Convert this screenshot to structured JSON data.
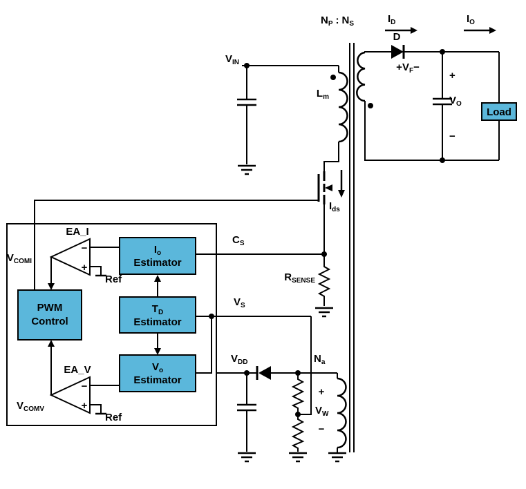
{
  "labels": {
    "v_in": {
      "m": "V",
      "s": "IN"
    },
    "l_m": {
      "m": "L",
      "s": "m"
    },
    "i_d": {
      "m": "I",
      "s": "D"
    },
    "i_o": {
      "m": "I",
      "s": "O"
    },
    "diode_d": "D",
    "v_f": {
      "pre": "+",
      "m": "V",
      "s": "F",
      "post": "−"
    },
    "v_o": {
      "m": "V",
      "s": "O"
    },
    "plus": "+",
    "minus": "−",
    "load": "Load",
    "i_ds": {
      "m": "I",
      "s": "ds"
    },
    "c_s": {
      "m": "C",
      "s": "S"
    },
    "r_sense": {
      "m": "R",
      "s": "SENSE"
    },
    "v_s": {
      "m": "V",
      "s": "S"
    },
    "v_dd": {
      "m": "V",
      "s": "DD"
    },
    "n_a": {
      "m": "N",
      "s": "a"
    },
    "v_w": {
      "m": "V",
      "s": "W"
    },
    "ea_i": "EA_I",
    "ea_v": "EA_V",
    "v_comi": {
      "m": "V",
      "s": "COMI"
    },
    "v_comv": {
      "m": "V",
      "s": "COMV"
    },
    "ref": "Ref"
  },
  "ratio": {
    "p1": "N",
    "s1": "P",
    "mid": ":",
    "p2": "N",
    "s2": "S"
  },
  "blocks": {
    "pwm": {
      "line1": "PWM",
      "line2": "Control"
    },
    "io_estimator": {
      "m": "I",
      "s": "o",
      "line2": "Estimator"
    },
    "td_estimator": {
      "m": "T",
      "s": "D",
      "line2": "Estimator"
    },
    "vo_estimator": {
      "m": "V",
      "s": "o",
      "line2": "Estimator"
    }
  },
  "colors": {
    "block_fill": "#5bb7db",
    "stroke": "#000000",
    "background": "#ffffff"
  }
}
